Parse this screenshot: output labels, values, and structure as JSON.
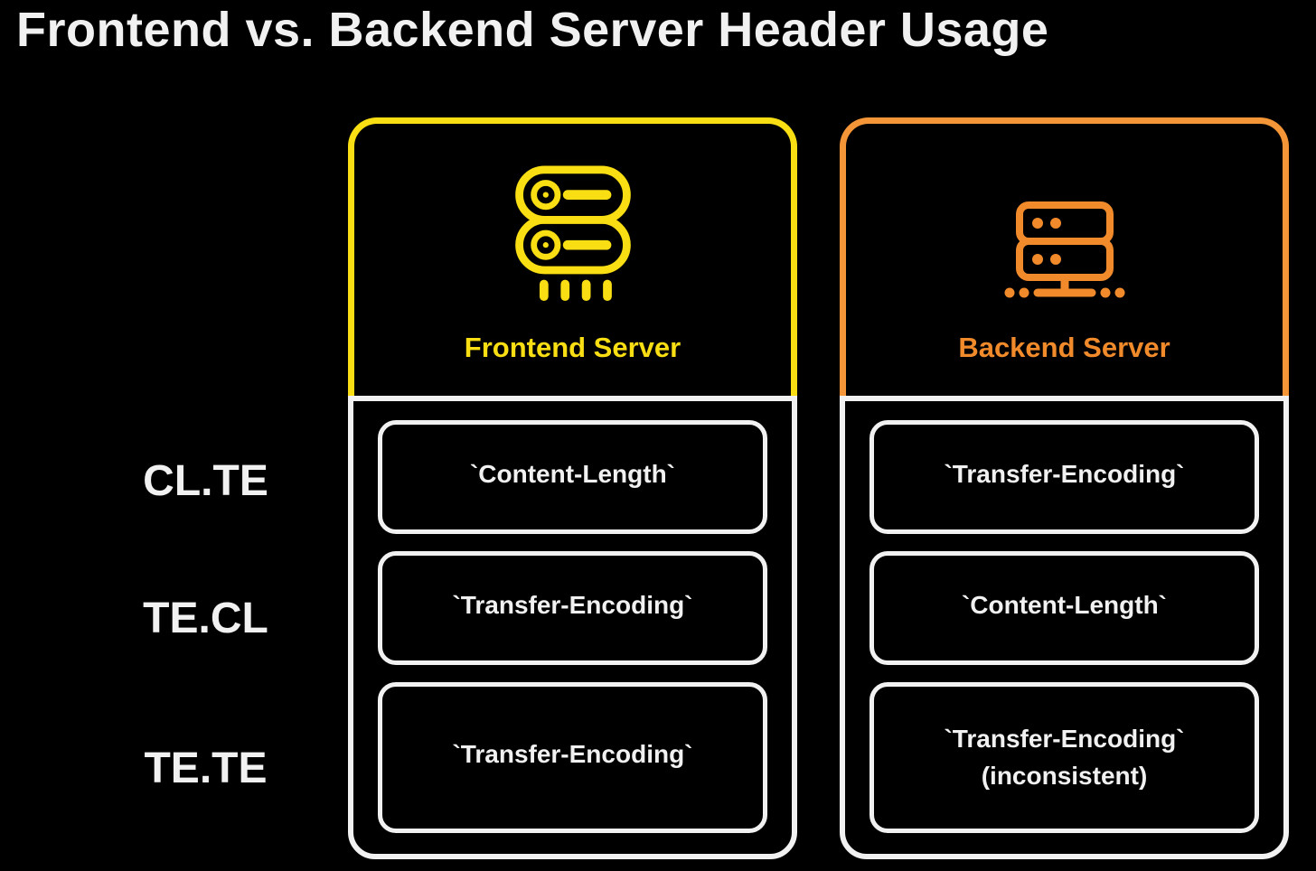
{
  "title": "Frontend vs. Backend Server Header Usage",
  "rows": [
    {
      "label": "CL.TE"
    },
    {
      "label": "TE.CL"
    },
    {
      "label": "TE.TE"
    }
  ],
  "frontend": {
    "label": "Frontend Server",
    "icon": "server-stack-icon",
    "cells": [
      {
        "lines": [
          "`Content-Length`"
        ]
      },
      {
        "lines": [
          "`Transfer-Encoding`"
        ]
      },
      {
        "lines": [
          "`Transfer-Encoding`"
        ]
      }
    ]
  },
  "backend": {
    "label": "Backend Server",
    "icon": "server-network-icon",
    "cells": [
      {
        "lines": [
          "`Transfer-Encoding`"
        ]
      },
      {
        "lines": [
          "`Content-Length`"
        ]
      },
      {
        "lines": [
          "`Transfer-Encoding`",
          "(inconsistent)"
        ]
      }
    ]
  },
  "colors": {
    "background": "#000000",
    "frontend_accent": "#F8DE12",
    "backend_border": "#F49537",
    "backend_text": "#F08A2B",
    "line_white": "#F1F1F1"
  }
}
